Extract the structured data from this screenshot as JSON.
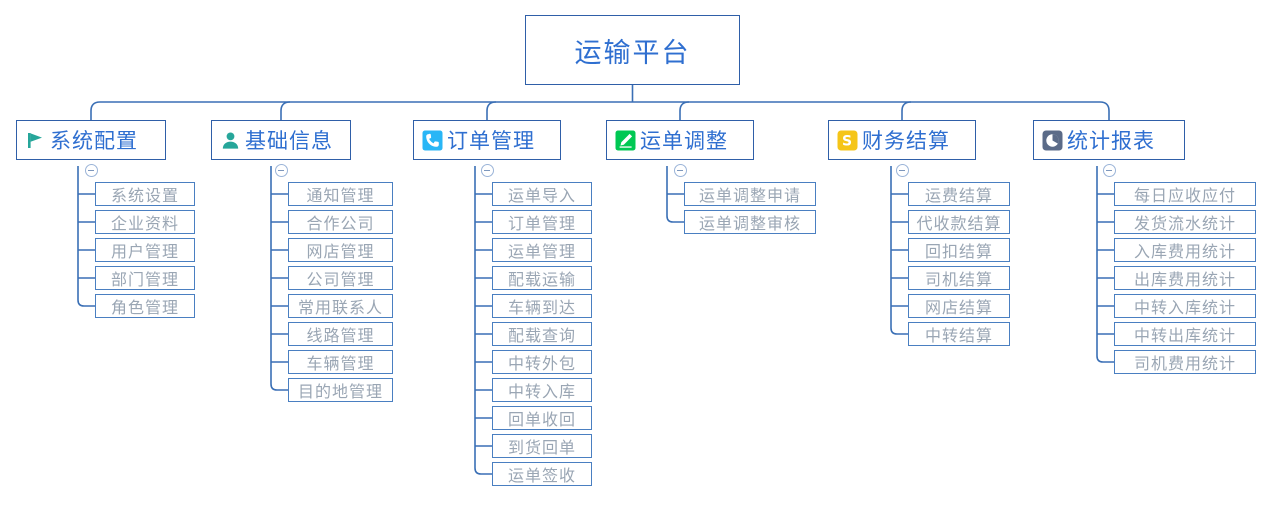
{
  "diagram": {
    "title": "运输平台",
    "type": "mind-map",
    "colors": {
      "node_border": "#2f5fa8",
      "leaf_border": "#4a7fc1",
      "root_text": "#2f6fd0",
      "level1_text": "#2f6fd0",
      "leaf_text": "#9aa6b4",
      "connector": "#3a6fb5",
      "icon_teal": "#26a69a",
      "icon_blue": "#29b6f6",
      "icon_green": "#00c853",
      "icon_gold": "#f5c518",
      "icon_slate": "#5b6b88"
    }
  },
  "root": {
    "label": "运输平台"
  },
  "branches": [
    {
      "label": "系统配置",
      "icon": "flag-icon",
      "icon_color": "#26a69a",
      "children": [
        "系统设置",
        "企业资料",
        "用户管理",
        "部门管理",
        "角色管理"
      ]
    },
    {
      "label": "基础信息",
      "icon": "person-icon",
      "icon_color": "#26a69a",
      "children": [
        "通知管理",
        "合作公司",
        "网店管理",
        "公司管理",
        "常用联系人",
        "线路管理",
        "车辆管理",
        "目的地管理"
      ]
    },
    {
      "label": "订单管理",
      "icon": "phone-icon",
      "icon_color": "#29b6f6",
      "children": [
        "运单导入",
        "订单管理",
        "运单管理",
        "配载运输",
        "车辆到达",
        "配载查询",
        "中转外包",
        "中转入库",
        "回单收回",
        "到货回单",
        "运单签收"
      ]
    },
    {
      "label": "运单调整",
      "icon": "pencil-icon",
      "icon_color": "#00c853",
      "children": [
        "运单调整申请",
        "运单调整审核"
      ]
    },
    {
      "label": "财务结算",
      "icon": "dollar-icon",
      "icon_color": "#f5c518",
      "children": [
        "运费结算",
        "代收款结算",
        "回扣结算",
        "司机结算",
        "网店结算",
        "中转结算"
      ]
    },
    {
      "label": "统计报表",
      "icon": "pie-chart-icon",
      "icon_color": "#5b6b88",
      "children": [
        "每日应收应付",
        "发货流水统计",
        "入库费用统计",
        "出库费用统计",
        "中转入库统计",
        "中转出库统计",
        "司机费用统计"
      ]
    }
  ]
}
